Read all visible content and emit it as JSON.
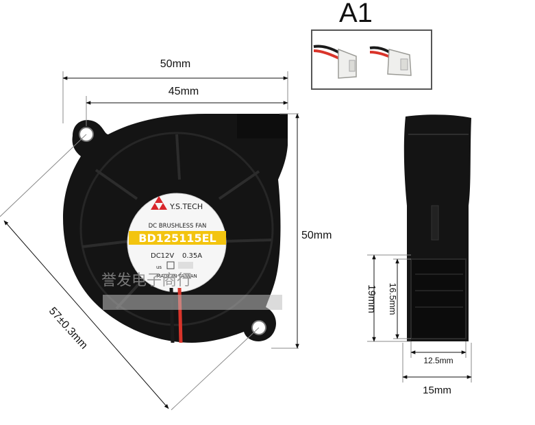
{
  "connector": {
    "title": "A1"
  },
  "dimensions": {
    "front_width": "50mm",
    "inner_width": "45mm",
    "front_height": "50mm",
    "diagonal": "57±0.3mm",
    "side_height": "19mm",
    "outlet_height": "16.5mm",
    "outlet_width": "12.5mm",
    "side_width": "15mm"
  },
  "label": {
    "brand": "Y.S.TECH",
    "type": "DC BRUSHLESS FAN",
    "model": "BD125115EL",
    "voltage": "DC12V",
    "current": "0.35A",
    "cert": "us",
    "origin": "MADE IN TAIWAN"
  },
  "watermark": {
    "text": "誉发电子商行"
  },
  "colors": {
    "fan_body": "#141414",
    "label_bg": "#f6f6f6",
    "model_bar": "#f3c40f",
    "logo_red": "#d8262b",
    "wire_red": "#d9342a",
    "wire_black": "#1a1a1a"
  }
}
